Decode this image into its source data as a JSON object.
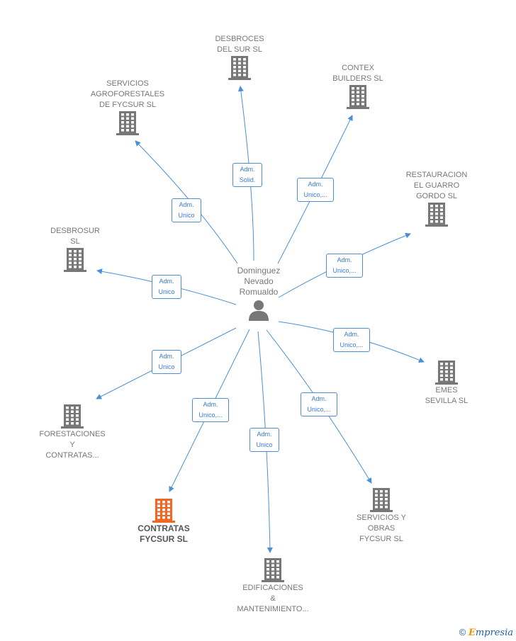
{
  "center": {
    "label": "Dominguez\nNevado\nRomualdo",
    "icon": "person-icon"
  },
  "colors": {
    "edge": "#4a8fd8",
    "building": "#777777",
    "highlight": "#f26522"
  },
  "companies": [
    {
      "id": "desbroces",
      "label": "DESBROCES\nDEL SUR  SL",
      "role": "Adm.\nSolid.",
      "highlight": false
    },
    {
      "id": "contex",
      "label": "CONTEX\nBUILDERS SL",
      "role": "Adm.\nUnico,...",
      "highlight": false
    },
    {
      "id": "servicios-agro",
      "label": "SERVICIOS\nAGROFORESTALES\nDE FYCSUR SL",
      "role": "Adm.\nUnico",
      "highlight": false
    },
    {
      "id": "restauracion",
      "label": "RESTAURACION\nEL GUARRO\nGORDO  SL",
      "role": "Adm.\nUnico,...",
      "highlight": false
    },
    {
      "id": "desbrosur",
      "label": "DESBROSUR\nSL",
      "role": "Adm.\nUnico",
      "highlight": false
    },
    {
      "id": "emes",
      "label": "EMES\nSEVILLA  SL",
      "role": "Adm.\nUnico,...",
      "highlight": false
    },
    {
      "id": "forestaciones",
      "label": "FORESTACIONES\nY\nCONTRATAS...",
      "role": "Adm.\nUnico",
      "highlight": false
    },
    {
      "id": "contratas",
      "label": "CONTRATAS\nFYCSUR  SL",
      "role": "Adm.\nUnico,...",
      "highlight": true
    },
    {
      "id": "edificaciones",
      "label": "EDIFICACIONES\n&\nMANTENIMIENTO...",
      "role": "Adm.\nUnico",
      "highlight": false
    },
    {
      "id": "servicios-obras",
      "label": "SERVICIOS Y\nOBRAS\nFYCSUR  SL",
      "role": "Adm.\nUnico,...",
      "highlight": false
    }
  ],
  "footer": {
    "copyright": "©",
    "brand_first": "E",
    "brand_rest": "mpresia"
  }
}
